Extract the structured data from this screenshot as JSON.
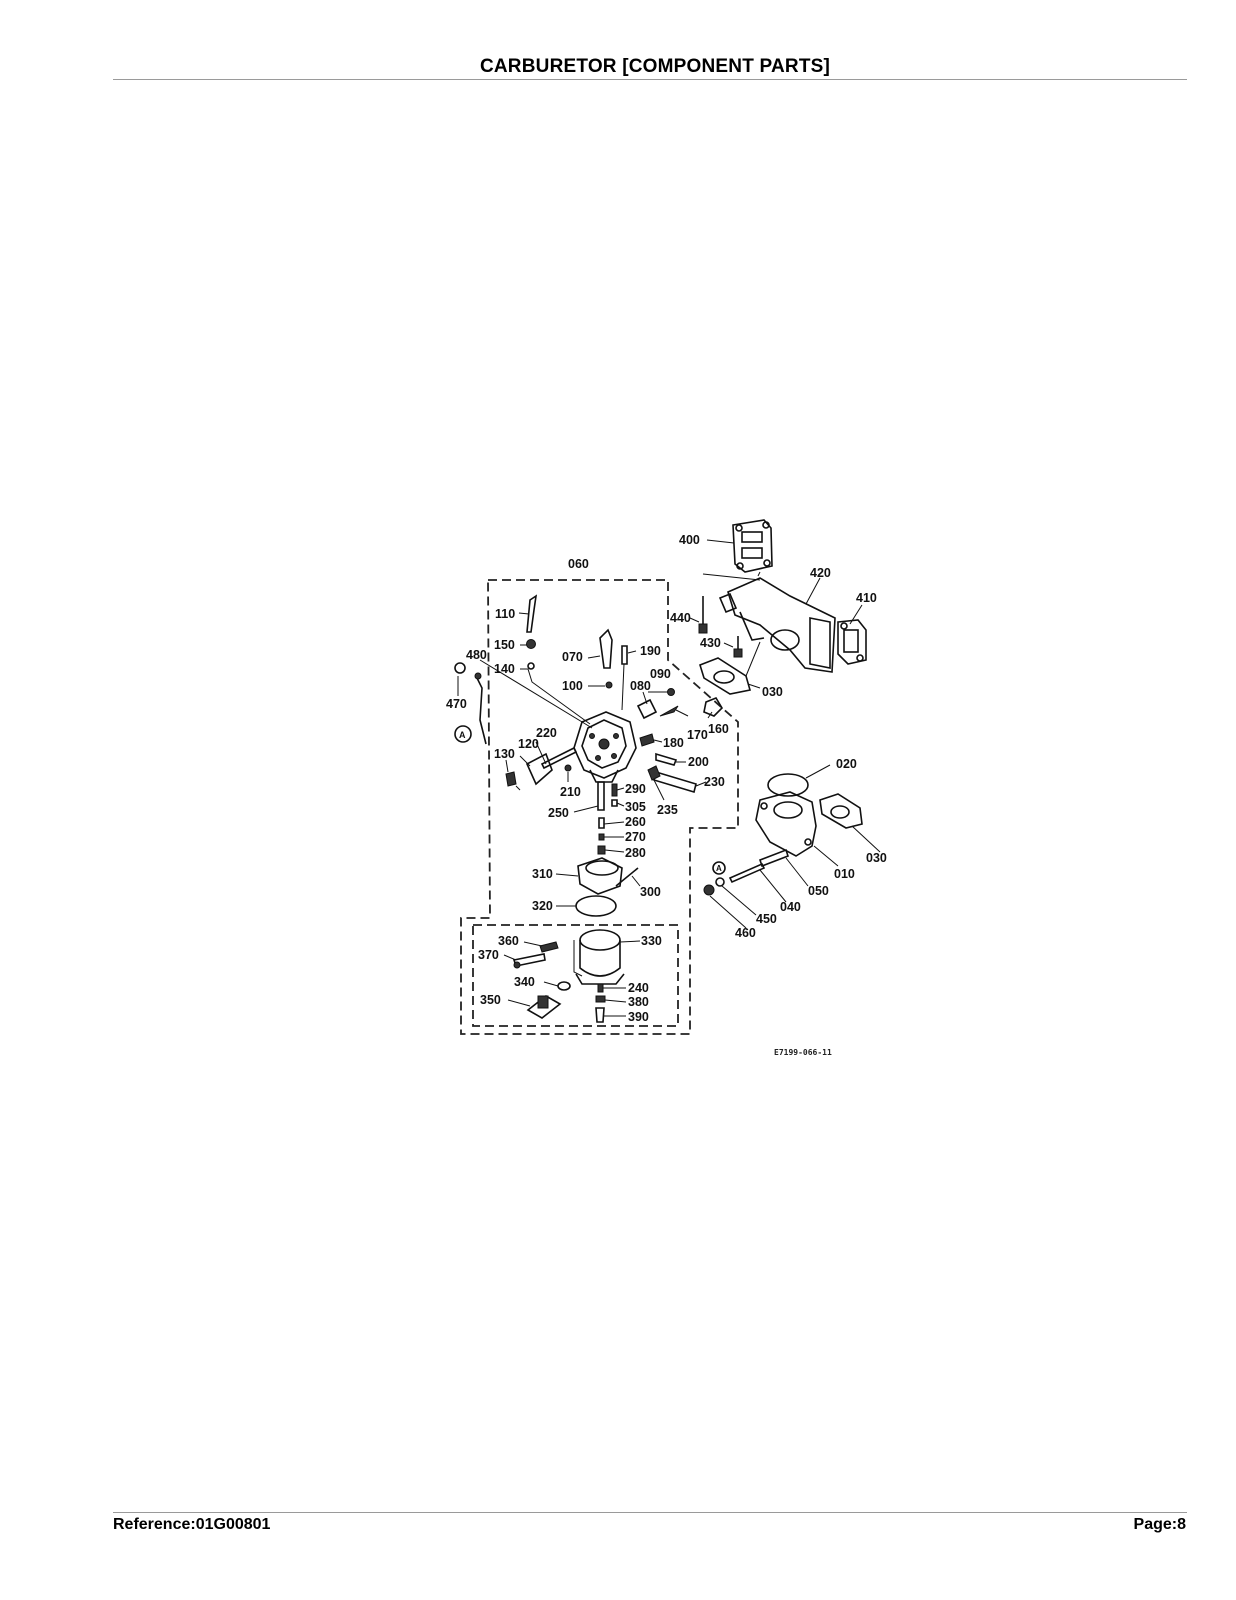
{
  "header": {
    "title": "CARBURETOR   [COMPONENT PARTS]"
  },
  "footer": {
    "reference": "Reference:01G00801",
    "page": "Page:8"
  },
  "diagram": {
    "part_numbers": {
      "p400": "400",
      "p060": "060",
      "p420": "420",
      "p410": "410",
      "p440": "440",
      "p110": "110",
      "p150": "150",
      "p070": "070",
      "p190": "190",
      "p430": "430",
      "p480": "480",
      "p140": "140",
      "p100": "100",
      "p090": "090",
      "p080": "080",
      "p030a": "030",
      "p470": "470",
      "p160": "160",
      "p220": "220",
      "p170": "170",
      "p180": "180",
      "p120": "120",
      "p130": "130",
      "p200": "200",
      "p020": "020",
      "p230": "230",
      "p210": "210",
      "p290": "290",
      "p305": "305",
      "p235": "235",
      "p250": "250",
      "p260": "260",
      "p270": "270",
      "p280": "280",
      "p030b": "030",
      "p010": "010",
      "p310": "310",
      "p050": "050",
      "p300": "300",
      "p040": "040",
      "p320": "320",
      "p450": "450",
      "p460": "460",
      "p360": "360",
      "p330": "330",
      "p370": "370",
      "p340": "340",
      "p240": "240",
      "p350": "350",
      "p380": "380",
      "p390": "390"
    },
    "marker_a": "A",
    "figure_code": "E7199-066-11"
  }
}
